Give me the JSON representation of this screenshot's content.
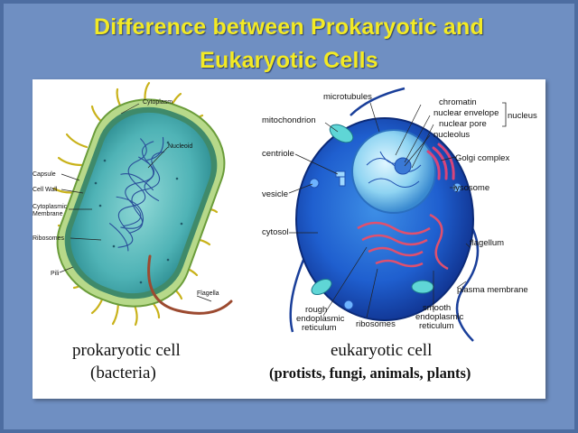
{
  "title": {
    "line1": "Difference between Prokaryotic and",
    "line2": "Eukaryotic Cells"
  },
  "prokaryote": {
    "labels": {
      "cytoplasm": "Cytoplasm",
      "nucleoid": "Nucleoid",
      "capsule": "Capsule",
      "cell_wall": "Cell Wall",
      "cytoplasmic_membrane_1": "Cytoplasmic",
      "cytoplasmic_membrane_2": "Membrane",
      "ribosomes": "Ribosomes",
      "pili": "Pili",
      "flagella": "Flagella"
    },
    "caption_1": "prokaryotic cell",
    "caption_2": "(bacteria)"
  },
  "eukaryote": {
    "labels": {
      "microtubules": "microtubules",
      "mitochondrion": "mitochondrion",
      "centriole": "centriole",
      "vesicle": "vesicle",
      "cytosol": "cytosol",
      "chromatin": "chromatin",
      "nuclear_envelope": "nuclear envelope",
      "nuclear_pore": "nuclear pore",
      "nucleolus": "nucleolus",
      "nucleus": "nucleus",
      "golgi": "Golgi complex",
      "lysosome": "lysosome",
      "flagellum": "flagellum",
      "plasma_membrane": "plasma membrane",
      "smooth_er_1": "smooth",
      "smooth_er_2": "endoplasmic",
      "smooth_er_3": "reticulum",
      "rough_er_1": "rough",
      "rough_er_2": "endoplasmic",
      "rough_er_3": "reticulum",
      "ribosomes": "ribosomes"
    },
    "caption_1": "eukaryotic cell",
    "caption_2": "(protists, fungi, animals, plants)"
  }
}
